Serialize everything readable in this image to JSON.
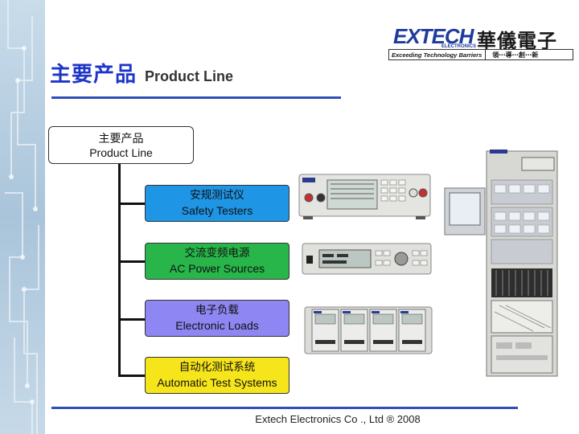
{
  "header": {
    "title_cn": "主要产品",
    "title_en": "Product Line"
  },
  "logo": {
    "brand": "EXTECH",
    "brand_sub": "ELECTRONICS",
    "name_cn": "華儀電子",
    "tagline": "Exceeding Technology Barriers",
    "motto_cn": "領‧‧‧導‧‧‧創‧‧‧新"
  },
  "tree": {
    "root": {
      "cn": "主要产品",
      "en": "Product Line"
    },
    "nodes": [
      {
        "cn": "安规测试仪",
        "en": "Safety Testers",
        "color": "#1f95e5"
      },
      {
        "cn": "交流变频电源",
        "en": "AC Power Sources",
        "color": "#28b54a"
      },
      {
        "cn": "电子负载",
        "en": "Electronic Loads",
        "color": "#8e86f2"
      },
      {
        "cn": "自动化测试系统",
        "en": "Automatic Test Systems",
        "color": "#f5e51a"
      }
    ]
  },
  "footer": {
    "text": "Extech Electronics Co ., Ltd ® 2008"
  },
  "colors": {
    "title_blue": "#1d35c9",
    "rule_blue": "#2e4fb5"
  },
  "icons": [
    "circuit-pattern",
    "safety-tester-device",
    "ac-power-source-device",
    "electronic-load-device",
    "test-system-rack"
  ]
}
